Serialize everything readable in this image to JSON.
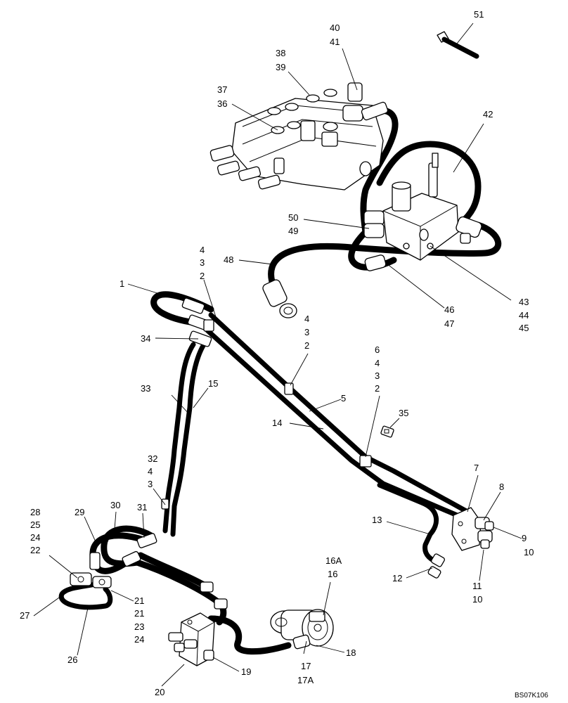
{
  "drawing_code": "BS07K106",
  "labels": [
    {
      "id": "51",
      "text": "51"
    },
    {
      "id": "40",
      "text": "40"
    },
    {
      "id": "41",
      "text": "41"
    },
    {
      "id": "38",
      "text": "38"
    },
    {
      "id": "39",
      "text": "39"
    },
    {
      "id": "37",
      "text": "37"
    },
    {
      "id": "36",
      "text": "36"
    },
    {
      "id": "42",
      "text": "42"
    },
    {
      "id": "50",
      "text": "50"
    },
    {
      "id": "49",
      "text": "49"
    },
    {
      "id": "48",
      "text": "48"
    },
    {
      "id": "4a",
      "text": "4"
    },
    {
      "id": "3a",
      "text": "3"
    },
    {
      "id": "2a",
      "text": "2"
    },
    {
      "id": "1",
      "text": "1"
    },
    {
      "id": "43",
      "text": "43"
    },
    {
      "id": "44",
      "text": "44"
    },
    {
      "id": "45",
      "text": "45"
    },
    {
      "id": "46",
      "text": "46"
    },
    {
      "id": "47",
      "text": "47"
    },
    {
      "id": "4b",
      "text": "4"
    },
    {
      "id": "3b",
      "text": "3"
    },
    {
      "id": "2b",
      "text": "2"
    },
    {
      "id": "34",
      "text": "34"
    },
    {
      "id": "6",
      "text": "6"
    },
    {
      "id": "4c",
      "text": "4"
    },
    {
      "id": "3c",
      "text": "3"
    },
    {
      "id": "2c",
      "text": "2"
    },
    {
      "id": "33",
      "text": "33"
    },
    {
      "id": "15",
      "text": "15"
    },
    {
      "id": "5",
      "text": "5"
    },
    {
      "id": "14",
      "text": "14"
    },
    {
      "id": "35",
      "text": "35"
    },
    {
      "id": "32",
      "text": "32"
    },
    {
      "id": "4d",
      "text": "4"
    },
    {
      "id": "3d",
      "text": "3"
    },
    {
      "id": "7",
      "text": "7"
    },
    {
      "id": "8",
      "text": "8"
    },
    {
      "id": "28",
      "text": "28"
    },
    {
      "id": "25",
      "text": "25"
    },
    {
      "id": "24a",
      "text": "24"
    },
    {
      "id": "22",
      "text": "22"
    },
    {
      "id": "29",
      "text": "29"
    },
    {
      "id": "30",
      "text": "30"
    },
    {
      "id": "31",
      "text": "31"
    },
    {
      "id": "13",
      "text": "13"
    },
    {
      "id": "9",
      "text": "9"
    },
    {
      "id": "10a",
      "text": "10"
    },
    {
      "id": "12",
      "text": "12"
    },
    {
      "id": "11",
      "text": "11"
    },
    {
      "id": "10b",
      "text": "10"
    },
    {
      "id": "16A",
      "text": "16A"
    },
    {
      "id": "16",
      "text": "16"
    },
    {
      "id": "27",
      "text": "27"
    },
    {
      "id": "21a",
      "text": "21"
    },
    {
      "id": "21b",
      "text": "21"
    },
    {
      "id": "23",
      "text": "23"
    },
    {
      "id": "24b",
      "text": "24"
    },
    {
      "id": "26",
      "text": "26"
    },
    {
      "id": "18",
      "text": "18"
    },
    {
      "id": "19",
      "text": "19"
    },
    {
      "id": "17",
      "text": "17"
    },
    {
      "id": "17A",
      "text": "17A"
    },
    {
      "id": "20",
      "text": "20"
    }
  ]
}
